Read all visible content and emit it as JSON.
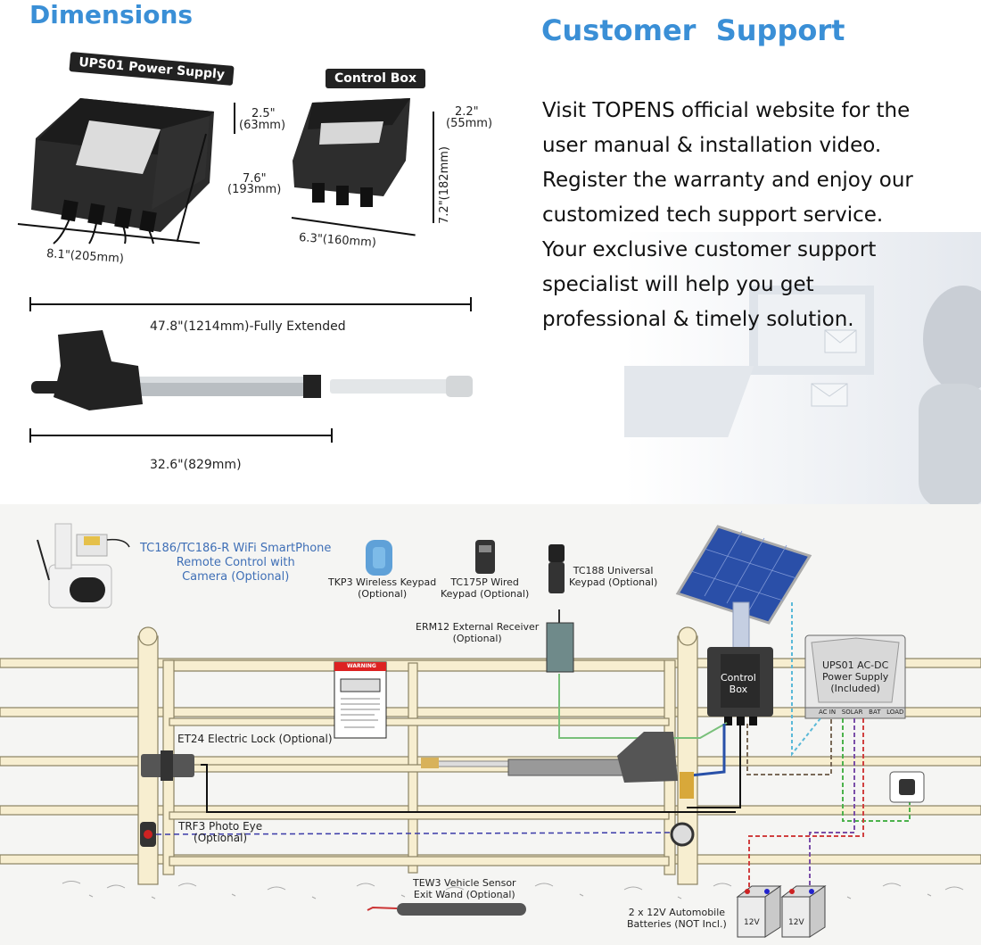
{
  "dimensions": {
    "title": "Dimensions",
    "power_supply": {
      "badge": "UPS01 Power Supply",
      "height": "2.5\"",
      "height_mm": "(63mm)",
      "depth": "7.6\"",
      "depth_mm": "(193mm)",
      "width": "8.1\"(205mm)"
    },
    "control_box": {
      "badge": "Control Box",
      "height": "2.2\"",
      "height_mm": "(55mm)",
      "depth": "7.2\"(182mm)",
      "width": "6.3\"(160mm)"
    },
    "arm": {
      "extended": "47.8\"(1214mm)-Fully Extended",
      "retracted": "32.6\"(829mm)"
    }
  },
  "support": {
    "title": "Customer  Support",
    "lines": [
      "Visit TOPENS official website for the",
      "user manual & installation video.",
      "Register the warranty and enjoy our",
      "customized tech support service.",
      "Your exclusive customer support",
      "specialist will help you get",
      "professional & timely solution."
    ]
  },
  "diagram": {
    "camera": [
      "TC186/TC186-R WiFi SmartPhone",
      "Remote Control with",
      "Camera (Optional)"
    ],
    "tkp3": [
      "TKP3 Wireless Keypad",
      "(Optional)"
    ],
    "tc175p": [
      "TC175P Wired",
      "Keypad (Optional)"
    ],
    "tc188": [
      "TC188 Universal",
      "Keypad (Optional)"
    ],
    "erm12": [
      "ERM12 External Receiver",
      "(Optional)"
    ],
    "control_box": [
      "Control",
      "Box"
    ],
    "ups": [
      "UPS01 AC-DC",
      "Power Supply",
      "(Included)"
    ],
    "ups_ports": [
      "AC IN",
      "SOLAR",
      "BAT",
      "LOAD"
    ],
    "warning_sign": "WARNING",
    "lock": "ET24 Electric Lock (Optional)",
    "photo_eye": [
      "TRF3  Photo Eye",
      "(Optional)"
    ],
    "sensor": [
      "TEW3 Vehicle Sensor",
      "Exit Wand (Optional)"
    ],
    "batteries": [
      "2 x 12V Automobile",
      "Batteries (NOT Incl.)"
    ],
    "battery_label": "12V"
  }
}
